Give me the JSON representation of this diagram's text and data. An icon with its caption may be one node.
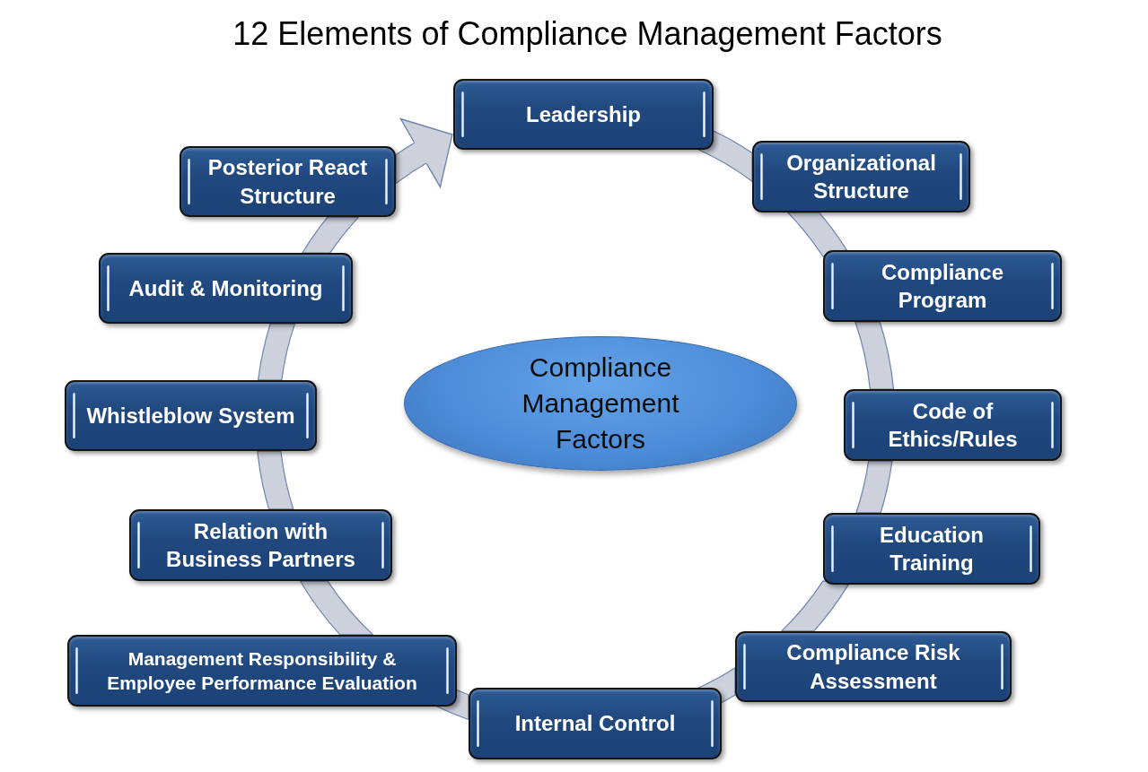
{
  "diagram": {
    "title": "12 Elements of Compliance Management Factors",
    "nodes": [
      {
        "text": [
          "Leadership"
        ]
      },
      {
        "text": [
          "Organizational Structure"
        ]
      },
      {
        "text": [
          "Compliance Program"
        ]
      },
      {
        "text": [
          "Code of Ethics/Rules"
        ]
      },
      {
        "text": [
          "Education Training"
        ]
      },
      {
        "text": [
          "Compliance Risk Assessment"
        ]
      },
      {
        "text": [
          "Internal Control"
        ]
      },
      {
        "text": [
          "Management Responsibility & Employee Performance Evaluation"
        ]
      },
      {
        "text": [
          "Relation with Business Partners"
        ]
      },
      {
        "text": [
          "Whistleblow System"
        ]
      },
      {
        "text": [
          "Audit & Monitoring"
        ]
      },
      {
        "text": [
          "Posterior React Structure"
        ]
      },
      {
        "text": [
          "Compliance Management Factors"
        ]
      }
    ],
    "edges": [
      {
        "from": 0,
        "to": 1,
        "arrow": "none"
      },
      {
        "from": 1,
        "to": 2,
        "arrow": "none"
      },
      {
        "from": 2,
        "to": 3,
        "arrow": "none"
      },
      {
        "from": 3,
        "to": 4,
        "arrow": "none"
      },
      {
        "from": 4,
        "to": 5,
        "arrow": "none"
      },
      {
        "from": 5,
        "to": 6,
        "arrow": "none"
      },
      {
        "from": 6,
        "to": 7,
        "arrow": "none"
      },
      {
        "from": 7,
        "to": 8,
        "arrow": "none"
      },
      {
        "from": 8,
        "to": 9,
        "arrow": "none"
      },
      {
        "from": 9,
        "to": 10,
        "arrow": "none"
      },
      {
        "from": 10,
        "to": 11,
        "arrow": "none"
      },
      {
        "from": 11,
        "to": 0,
        "arrow": "to"
      }
    ]
  }
}
